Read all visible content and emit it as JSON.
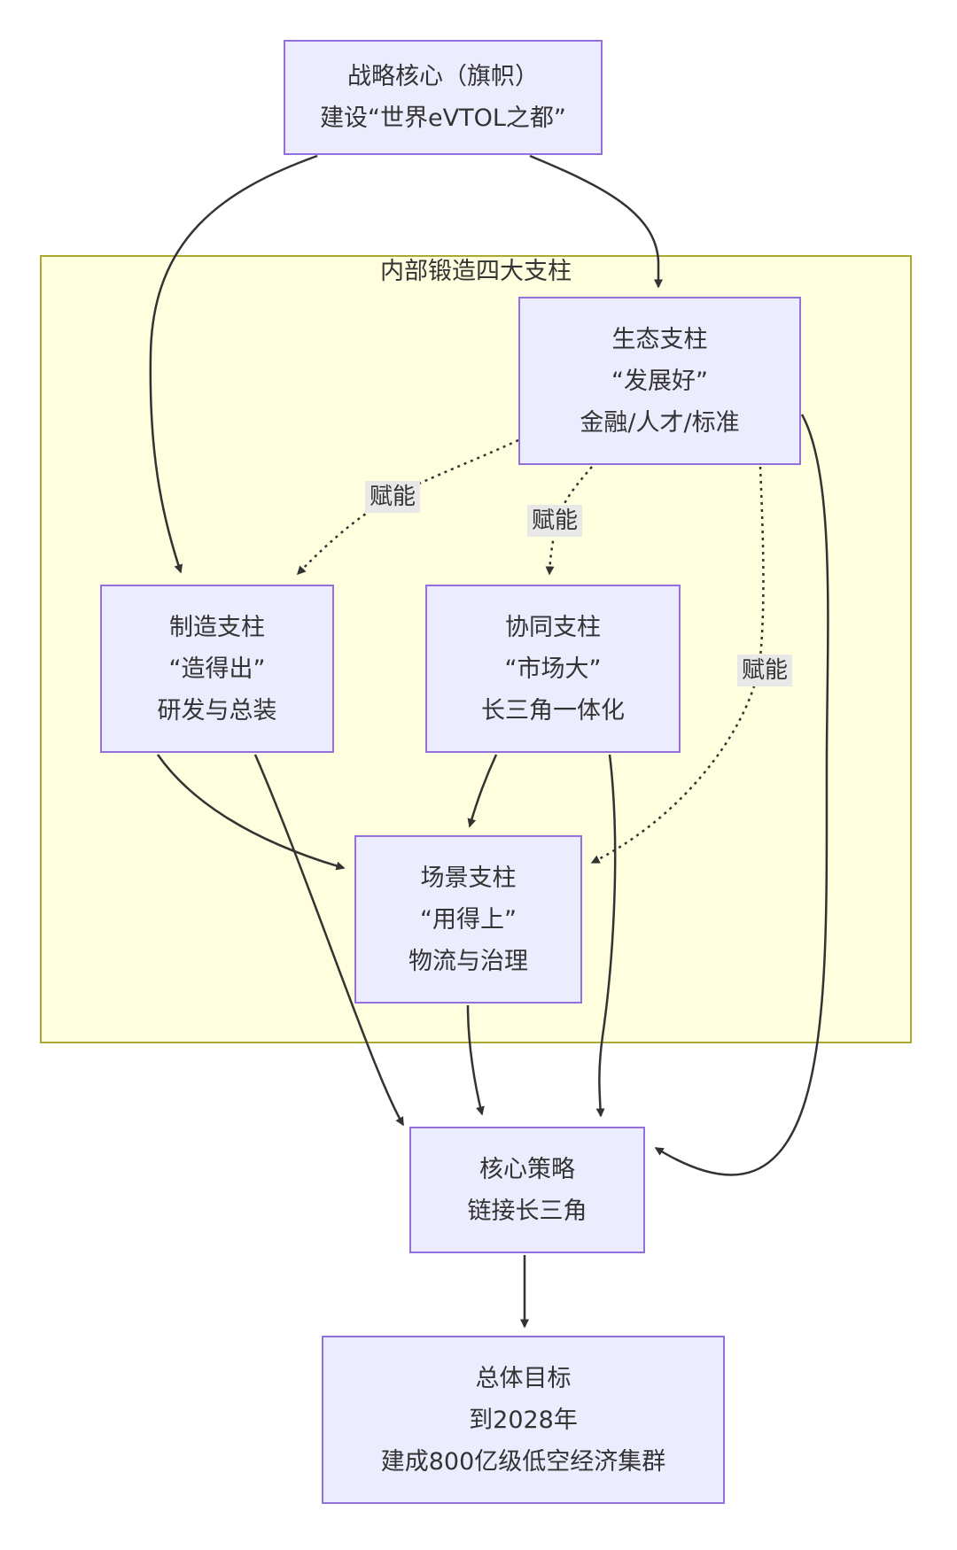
{
  "diagram": {
    "type": "flowchart",
    "colors": {
      "background": "#ffffff",
      "node_fill": "#ececff",
      "node_border": "#9370db",
      "cluster_fill": "#fffede",
      "cluster_border": "#aaaa33",
      "edge_color": "#333333",
      "edge_label_bg": "#e8e8e8",
      "text": "#333333"
    },
    "cluster": {
      "title": "内部锻造四大支柱"
    },
    "nodes": {
      "strategy": {
        "lines": [
          "战略核心（旗帜）",
          "建设“世界eVTOL之都”"
        ]
      },
      "eco": {
        "lines": [
          "生态支柱",
          "“发展好”",
          "金融/人才/标准"
        ]
      },
      "mfg": {
        "lines": [
          "制造支柱",
          "“造得出”",
          "研发与总装"
        ]
      },
      "syn": {
        "lines": [
          "协同支柱",
          "“市场大”",
          "长三角一体化"
        ]
      },
      "scene": {
        "lines": [
          "场景支柱",
          "“用得上”",
          "物流与治理"
        ]
      },
      "core": {
        "lines": [
          "核心策略",
          "链接长三角"
        ]
      },
      "goal": {
        "lines": [
          "总体目标",
          "到2028年",
          "建成800亿级低空经济集群"
        ]
      }
    },
    "edge_labels": {
      "l1": "赋能",
      "l2": "赋能",
      "l3": "赋能"
    },
    "edges": [
      {
        "from": "strategy",
        "to": "mfg",
        "style": "solid"
      },
      {
        "from": "strategy",
        "to": "eco",
        "style": "solid"
      },
      {
        "from": "eco",
        "to": "mfg",
        "style": "dotted",
        "label": "赋能"
      },
      {
        "from": "eco",
        "to": "syn",
        "style": "dotted",
        "label": "赋能"
      },
      {
        "from": "eco",
        "to": "scene",
        "style": "dotted",
        "label": "赋能"
      },
      {
        "from": "eco",
        "to": "core",
        "style": "solid"
      },
      {
        "from": "mfg",
        "to": "scene",
        "style": "solid"
      },
      {
        "from": "mfg",
        "to": "core",
        "style": "solid"
      },
      {
        "from": "syn",
        "to": "scene",
        "style": "solid"
      },
      {
        "from": "syn",
        "to": "core",
        "style": "solid"
      },
      {
        "from": "scene",
        "to": "core",
        "style": "solid"
      },
      {
        "from": "core",
        "to": "goal",
        "style": "solid"
      }
    ]
  }
}
